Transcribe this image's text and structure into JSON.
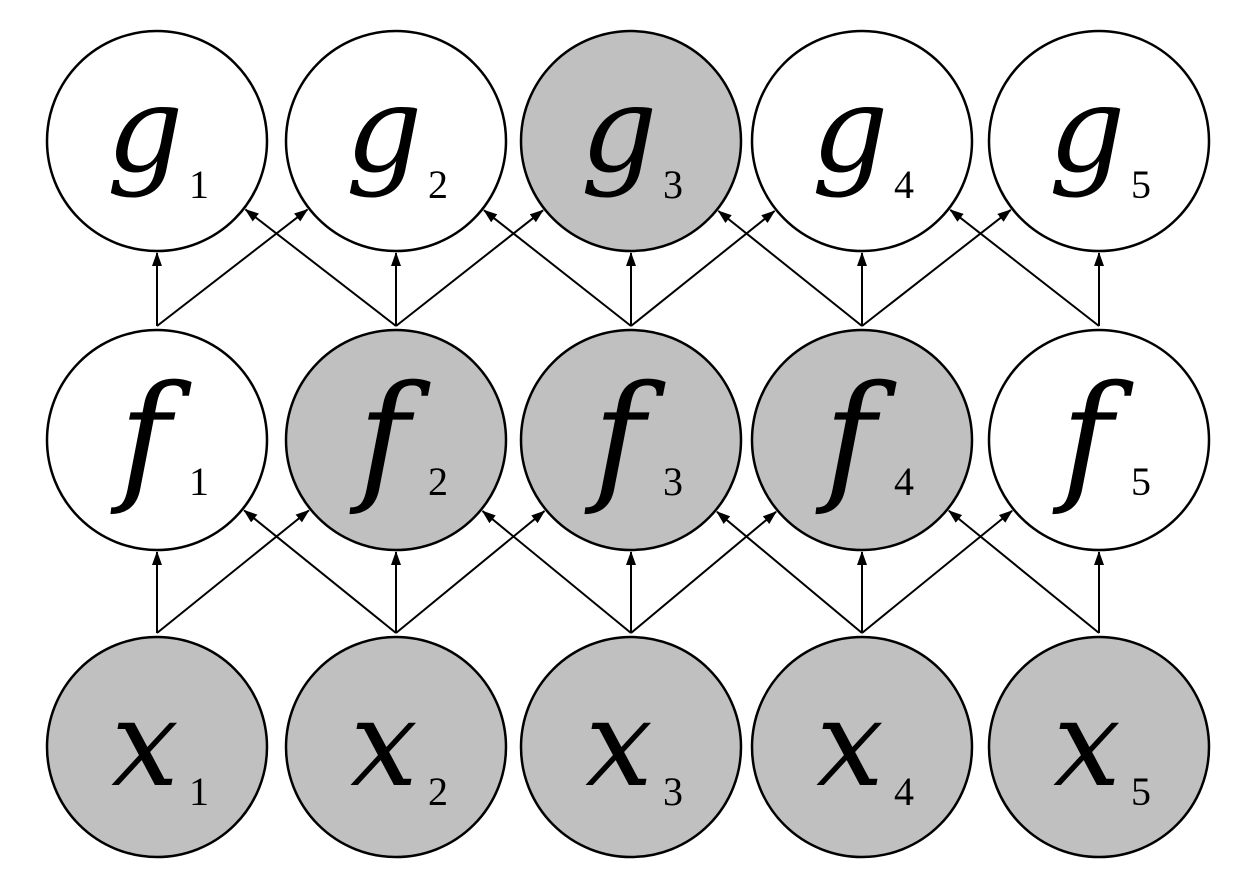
{
  "colors": {
    "observed": "#c0c0c0",
    "latent": "#ffffff",
    "stroke": "#000000"
  },
  "layers": [
    {
      "id": "g",
      "nodes": [
        {
          "symbol": "g",
          "subscript": "1",
          "shaded": false
        },
        {
          "symbol": "g",
          "subscript": "2",
          "shaded": false
        },
        {
          "symbol": "g",
          "subscript": "3",
          "shaded": true
        },
        {
          "symbol": "g",
          "subscript": "4",
          "shaded": false
        },
        {
          "symbol": "g",
          "subscript": "5",
          "shaded": false
        }
      ]
    },
    {
      "id": "f",
      "nodes": [
        {
          "symbol": "f",
          "subscript": "1",
          "shaded": false
        },
        {
          "symbol": "f",
          "subscript": "2",
          "shaded": true
        },
        {
          "symbol": "f",
          "subscript": "3",
          "shaded": true
        },
        {
          "symbol": "f",
          "subscript": "4",
          "shaded": true
        },
        {
          "symbol": "f",
          "subscript": "5",
          "shaded": false
        }
      ]
    },
    {
      "id": "x",
      "nodes": [
        {
          "symbol": "x",
          "subscript": "1",
          "shaded": true
        },
        {
          "symbol": "x",
          "subscript": "2",
          "shaded": true
        },
        {
          "symbol": "x",
          "subscript": "3",
          "shaded": true
        },
        {
          "symbol": "x",
          "subscript": "4",
          "shaded": true
        },
        {
          "symbol": "x",
          "subscript": "5",
          "shaded": true
        }
      ]
    }
  ],
  "edges": [
    [
      "x1",
      "f1"
    ],
    [
      "x1",
      "f2"
    ],
    [
      "x2",
      "f1"
    ],
    [
      "x2",
      "f2"
    ],
    [
      "x2",
      "f3"
    ],
    [
      "x3",
      "f2"
    ],
    [
      "x3",
      "f3"
    ],
    [
      "x3",
      "f4"
    ],
    [
      "x4",
      "f3"
    ],
    [
      "x4",
      "f4"
    ],
    [
      "x4",
      "f5"
    ],
    [
      "x5",
      "f4"
    ],
    [
      "x5",
      "f5"
    ],
    [
      "f1",
      "g1"
    ],
    [
      "f1",
      "g2"
    ],
    [
      "f2",
      "g1"
    ],
    [
      "f2",
      "g2"
    ],
    [
      "f2",
      "g3"
    ],
    [
      "f3",
      "g2"
    ],
    [
      "f3",
      "g3"
    ],
    [
      "f3",
      "g4"
    ],
    [
      "f4",
      "g3"
    ],
    [
      "f4",
      "g4"
    ],
    [
      "f4",
      "g5"
    ],
    [
      "f5",
      "g4"
    ],
    [
      "f5",
      "g5"
    ]
  ]
}
